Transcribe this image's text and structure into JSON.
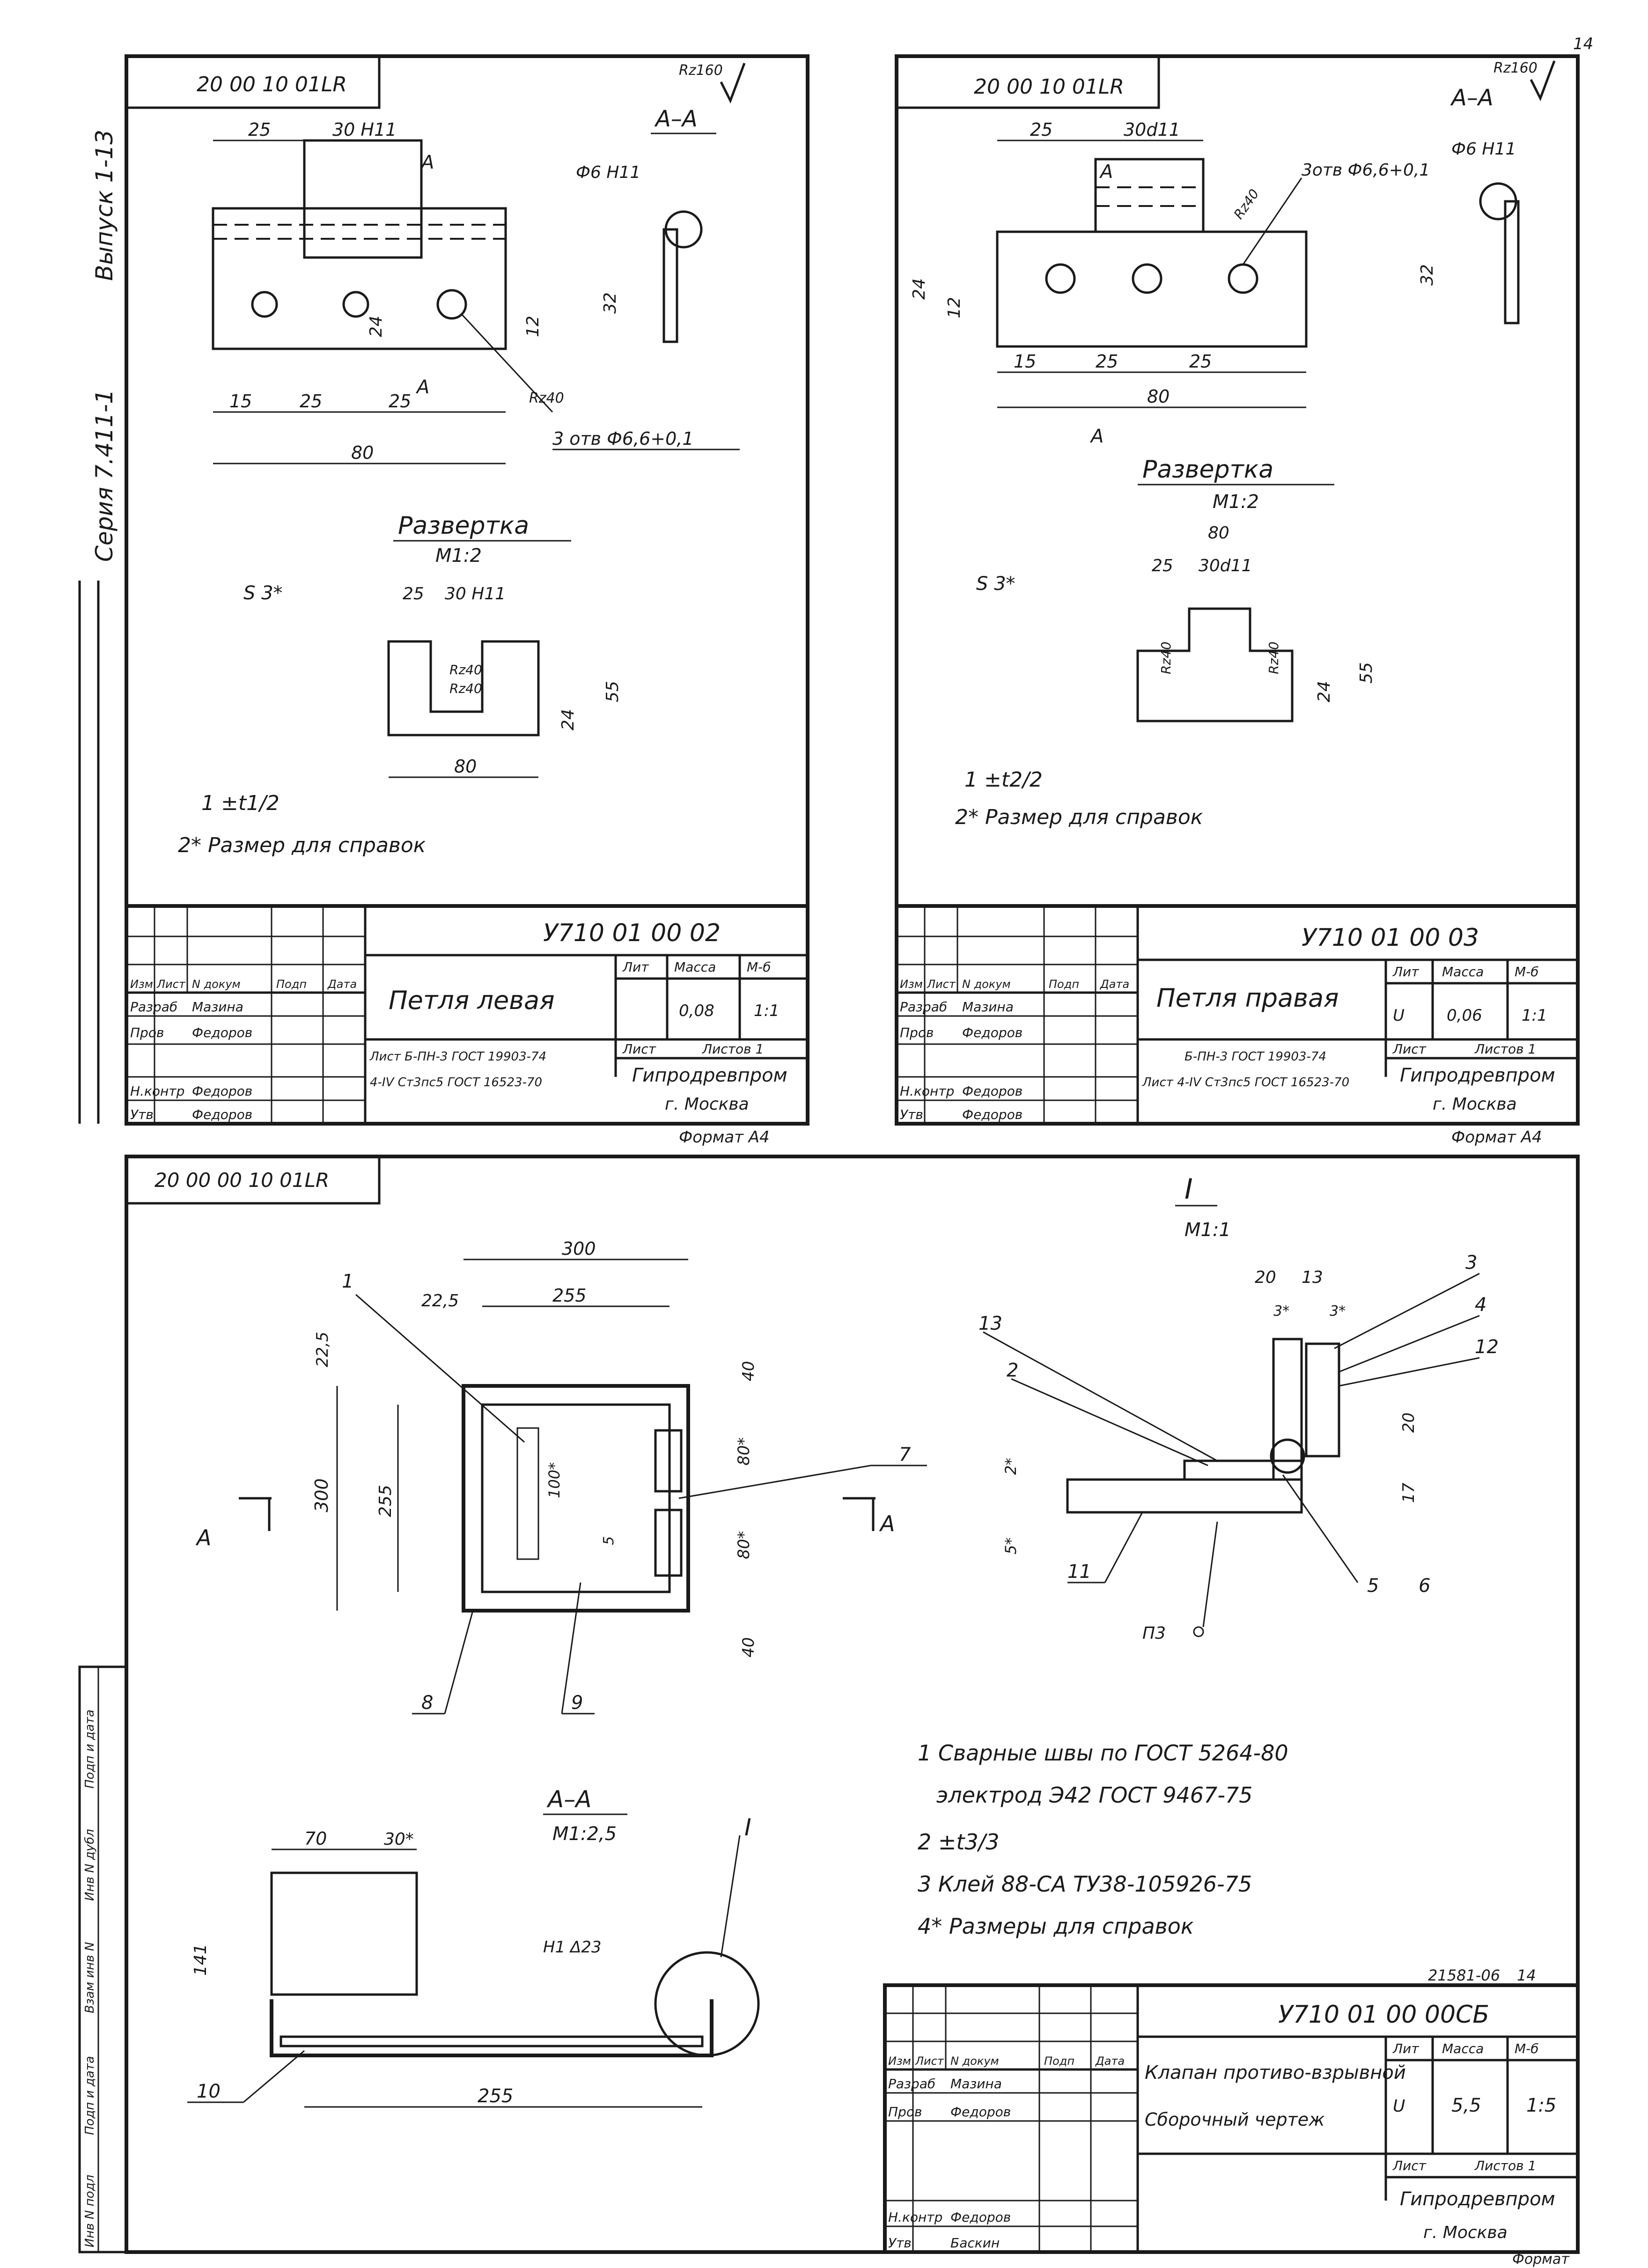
{
  "sheet1": {
    "code": "20 00 10 01LR",
    "roughness": "Rz160",
    "series": "Серия 7.411-1",
    "issue": "Выпуск 1-13",
    "section_label": "А–А",
    "section_arrow_label": "А",
    "dims": {
      "d25": "25",
      "d30": "30 H11",
      "d24": "24",
      "d12": "12",
      "d15": "15",
      "d25b": "25",
      "d25c": "25",
      "d80": "80",
      "d32": "32",
      "phi": "Ф6 H11",
      "holes": "3 отв Ф6,6+0,1",
      "rz40": "Rz40"
    },
    "razvertka": "Развертка",
    "scale": "M1:2",
    "s3": "S 3*",
    "rz40a": "Rz40",
    "rz40b": "Rz40",
    "r25": "25",
    "r30": "30 H11",
    "r55": "55",
    "r24": "24",
    "r80": "80",
    "note1": "1 ±t1/2",
    "note2": "2* Размер для справок",
    "title_code": "У710 01 00 02",
    "title_name": "Петля левая",
    "mass": "0,08",
    "scale_value": "1:1",
    "material_line1": "Лист Б-ПН-3 ГОСТ 19903-74",
    "material_line2": "4-IV Ст3пс5 ГОСТ 16523-70",
    "org": "Гипродревпром",
    "city": "г. Москва",
    "format": "Формат А4",
    "lit": "Лит",
    "mass_h": "Масса",
    "scale_h": "М-б",
    "sheet": "Лист",
    "sheets": "Листов 1",
    "rows": [
      "Изм",
      "Лист",
      "N докум",
      "Подп",
      "Дата"
    ],
    "razrab": "Разраб",
    "razrab_name": "Мазина",
    "prov": "Пров",
    "prov_name": "Федоров",
    "nkontr": "Н.контр",
    "nkontr_name": "Федоров",
    "utv": "Утв",
    "utv_name": "Федоров"
  },
  "sheet2": {
    "code": "20 00 10 01LR",
    "roughness": "Rz160",
    "page_num": "14",
    "section_label": "А–А",
    "section_arrow_label": "А",
    "dims": {
      "d25": "25",
      "d30": "30d11",
      "d24": "24",
      "d12": "12",
      "d15": "15",
      "d25b": "25",
      "d25c": "25",
      "d80": "80",
      "d32": "32",
      "phi": "Ф6 H11",
      "holes": "3отв Ф6,6+0,1",
      "rz40": "Rz40"
    },
    "razvertka": "Развертка",
    "scale": "M1:2",
    "s3": "S 3*",
    "rz40a": "Rz40",
    "rz40b": "Rz40",
    "r80": "80",
    "r25": "25",
    "r30": "30d11",
    "r55": "55",
    "r24": "24",
    "note1": "1 ±t2/2",
    "note2": "2* Размер для справок",
    "title_code": "У710 01 00 03",
    "title_name": "Петля правая",
    "mass": "0,06",
    "scale_value": "1:1",
    "material_line1": "Б-ПН-3 ГОСТ 19903-74",
    "material_line2": "Лист 4-IV Ст3пс5 ГОСТ 16523-70",
    "org": "Гипродревпром",
    "city": "г. Москва",
    "format": "Формат А4",
    "lit": "Лит",
    "mass_h": "Масса",
    "scale_h": "М-б",
    "lit_value": "U",
    "sheet": "Лист",
    "sheets": "Листов 1",
    "rows": [
      "Изм",
      "Лист",
      "N докум",
      "Подп",
      "Дата"
    ],
    "razrab": "Разраб",
    "razrab_name": "Мазина",
    "prov": "Пров",
    "prov_name": "Федоров",
    "nkontr": "Н.контр",
    "nkontr_name": "Федоров",
    "utv": "Утв",
    "utv_name": "Федоров"
  },
  "sheet3": {
    "code": "20 00 00 10 01LR",
    "detail_label": "I",
    "detail_scale": "M1:1",
    "plan": {
      "d300": "300",
      "d22_5": "22,5",
      "d255": "255",
      "d22_5v": "22,5",
      "d300v": "300",
      "d255v": "255",
      "d40a": "40",
      "d80a": "80*",
      "d100": "100*",
      "d5": "5",
      "d80b": "80*",
      "d40b": "40",
      "a_left": "А",
      "a_right": "А"
    },
    "callouts": [
      "1",
      "7",
      "8",
      "9",
      "2",
      "13",
      "3",
      "4",
      "12",
      "11",
      "5",
      "6",
      "10"
    ],
    "detail": {
      "d20": "20",
      "d13": "13",
      "d3a": "3*",
      "d3b": "3*",
      "d20v": "20",
      "d17": "17",
      "d2": "2*",
      "d5": "5*",
      "weld": "П3"
    },
    "notes": [
      "1 Сварные швы по ГОСТ 5264-80",
      "электрод Э42 ГОСТ 9467-75",
      "2 ±t3/3",
      "3 Клей 88-СА ТУ38-105926-75",
      "4* Размеры для справок"
    ],
    "section_label": "А–А",
    "section_scale": "M1:2,5",
    "section": {
      "d70": "70",
      "d30": "30*",
      "d141": "141",
      "d255": "255",
      "weld": "Н1 Δ23",
      "detail_ref": "I"
    },
    "doc_num": "21581-06",
    "page_num": "14",
    "title_code": "У710 01 00 00СБ",
    "title_name": "Клапан противо-взрывной",
    "title_sub": "Сборочный чертеж",
    "lit_value": "U",
    "mass": "5,5",
    "scale_value": "1:5",
    "org": "Гипродревпром",
    "city": "г. Москва",
    "lit": "Лит",
    "mass_h": "Масса",
    "scale_h": "М-б",
    "sheet": "Лист",
    "sheets": "Листов 1",
    "rows": [
      "Изм",
      "Лист",
      "N докум",
      "Подп",
      "Дата"
    ],
    "razrab": "Разраб",
    "razrab_name": "Мазина",
    "prov": "Пров",
    "prov_name": "Федоров",
    "nkontr": "Н.контр",
    "nkontr_name": "Федоров",
    "utv": "Утв",
    "utv_name": "Баскин",
    "format": "Формат"
  },
  "margin": {
    "labels": [
      "Инв N подл",
      "Подп и дата",
      "Взам инв N",
      "Инв N дубл",
      "Подп и дата"
    ]
  }
}
